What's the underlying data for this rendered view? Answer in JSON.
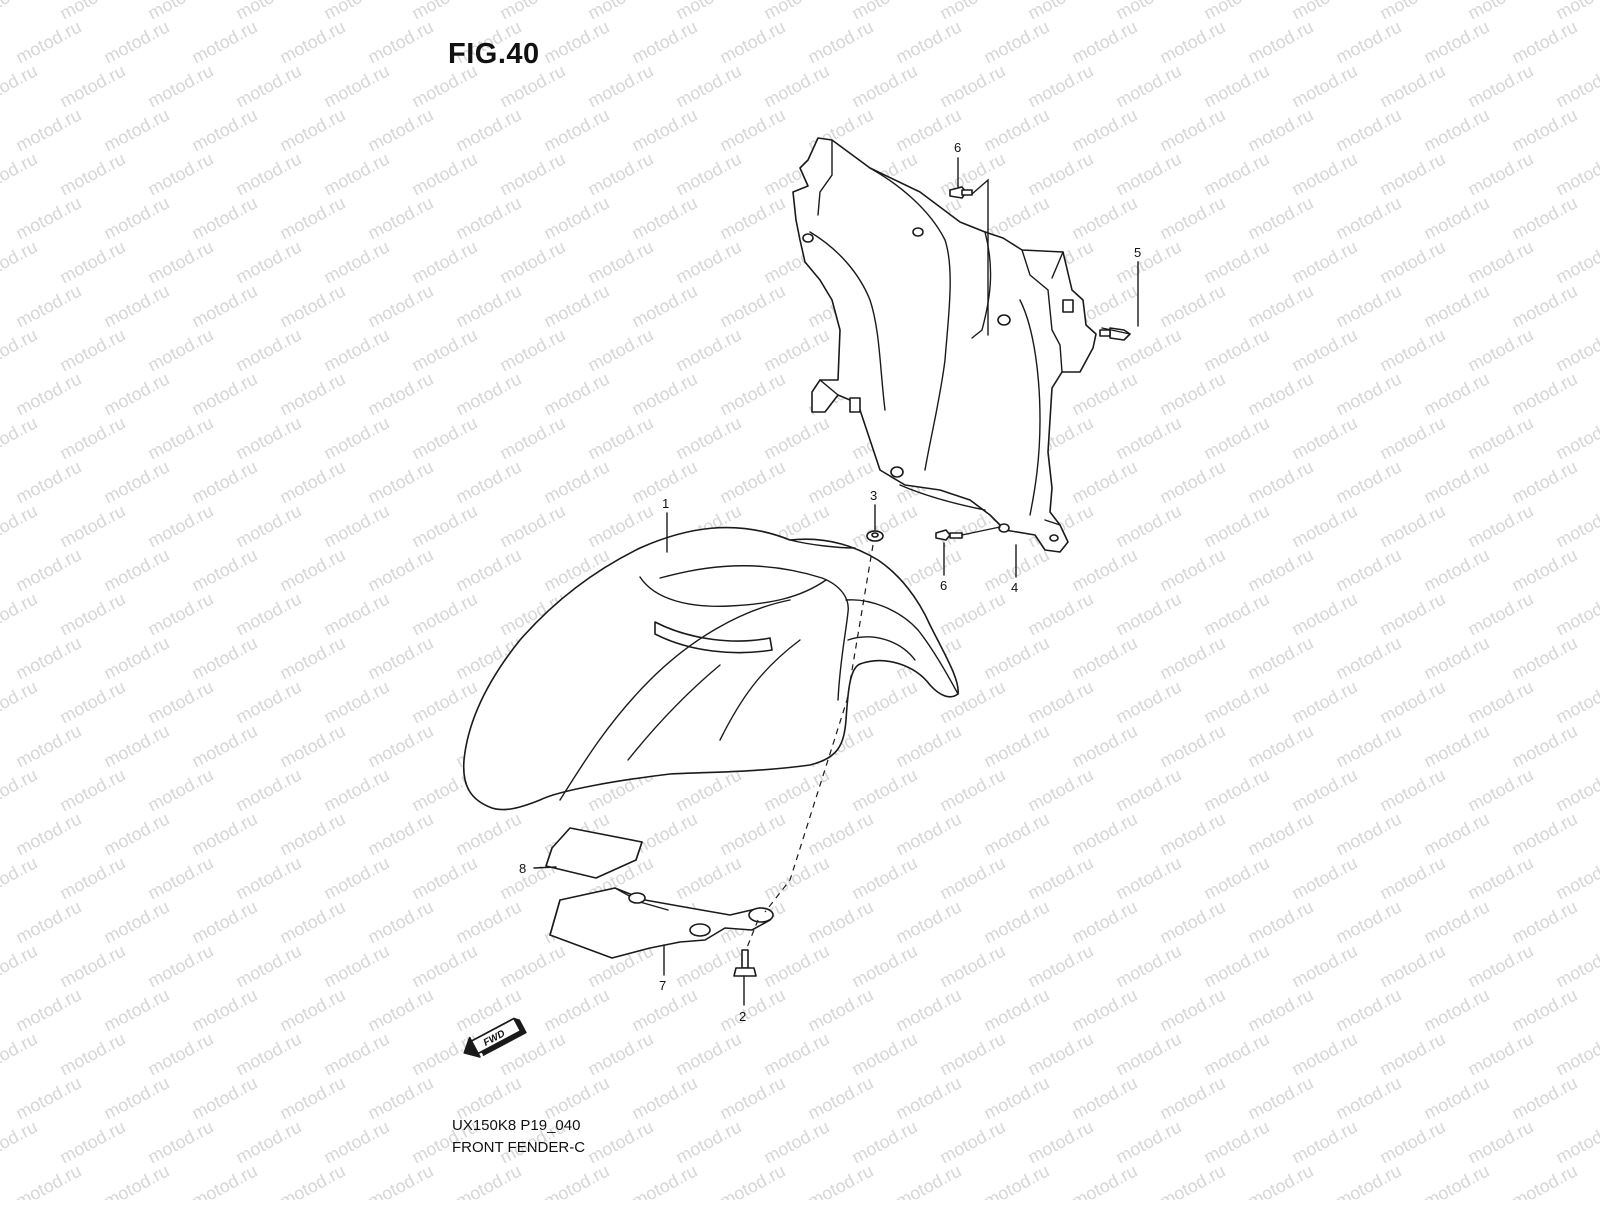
{
  "figure": {
    "title": "FIG.40"
  },
  "footer": {
    "code": "UX150K8 P19_040",
    "name": "FRONT FENDER-C"
  },
  "watermark": {
    "text": "motod.ru",
    "color": "#d6d6d6"
  },
  "fwd_arrow": {
    "label": "FWD"
  },
  "callouts": [
    {
      "id": "callout-1",
      "number": "1"
    },
    {
      "id": "callout-2",
      "number": "2"
    },
    {
      "id": "callout-3",
      "number": "3"
    },
    {
      "id": "callout-4",
      "number": "4"
    },
    {
      "id": "callout-5",
      "number": "5"
    },
    {
      "id": "callout-6a",
      "number": "6"
    },
    {
      "id": "callout-6b",
      "number": "6"
    },
    {
      "id": "callout-7",
      "number": "7"
    },
    {
      "id": "callout-8",
      "number": "8"
    }
  ],
  "colors": {
    "line": "#1a1a1a",
    "background": "#ffffff"
  }
}
